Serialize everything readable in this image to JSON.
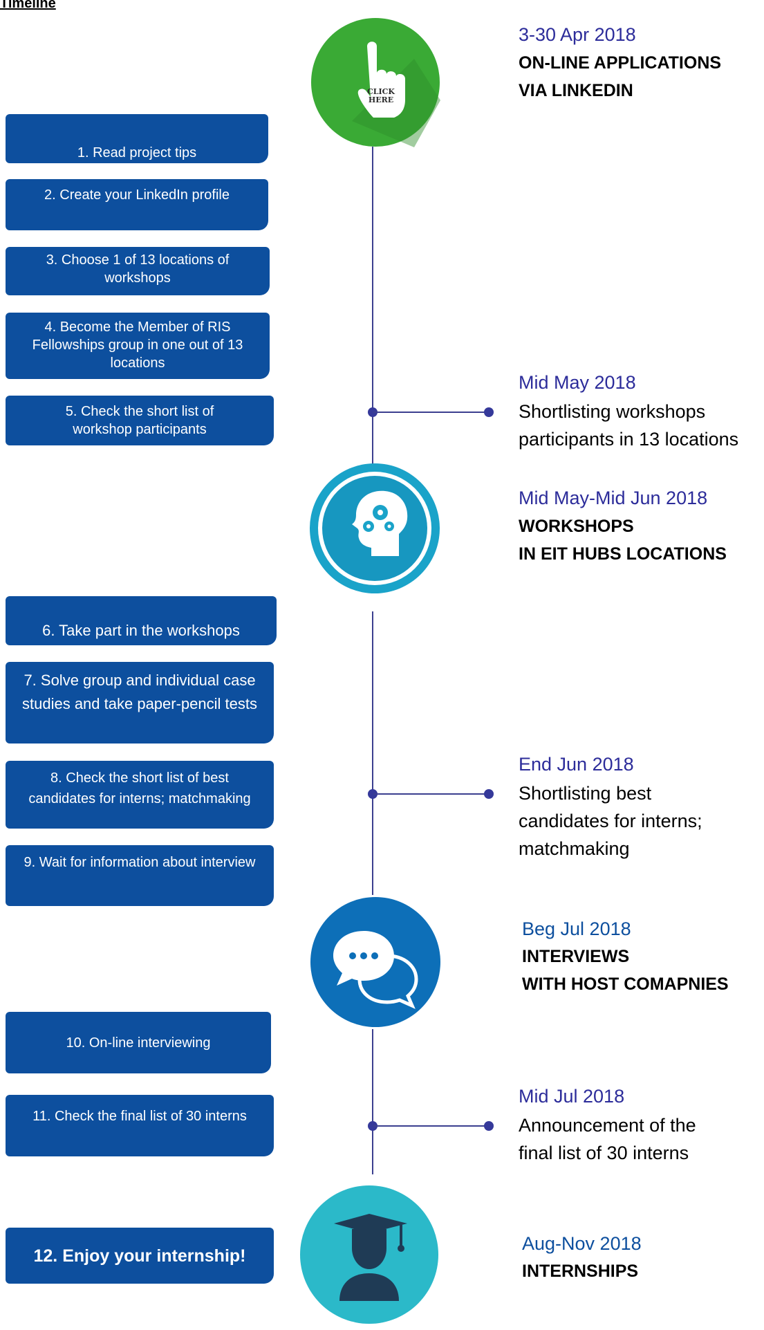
{
  "header": {
    "title": "Timeline"
  },
  "steps": [
    {
      "label": "1. Read project tips"
    },
    {
      "label": "2. Create your  LinkedIn profile"
    },
    {
      "label": "3. Choose 1 of 13 locations of workshops"
    },
    {
      "label": "4. Become the Member of RIS Fellowships group in one out of 13 locations"
    },
    {
      "label": "5. Check the short list of workshop participants"
    },
    {
      "label": "6. Take part in the workshops"
    },
    {
      "label": "7. Solve group and individual case studies and take paper-pencil tests"
    },
    {
      "label": "8. Check the short list of  best candidates for interns; matchmaking"
    },
    {
      "label": "9. Wait for information about interview"
    },
    {
      "label": "10. On-line interviewing"
    },
    {
      "label": "11. Check the final list of 30 interns"
    },
    {
      "label": "12. Enjoy your internship!"
    }
  ],
  "stages": [
    {
      "date": "3-30 Apr 2018",
      "title": "ON-LINE APPLICATIONS\nVIA LINKEDIN",
      "icon": "click-here-hand-icon"
    },
    {
      "date": "Mid May-Mid Jun 2018",
      "title": "WORKSHOPS\nIN EIT HUBS LOCATIONS",
      "icon": "head-gears-icon"
    },
    {
      "date": "Beg Jul 2018",
      "title": "INTERVIEWS\nWITH HOST COMAPNIES",
      "icon": "chat-bubbles-icon"
    },
    {
      "date": "Aug-Nov 2018",
      "title": "INTERNSHIPS",
      "icon": "graduate-icon"
    }
  ],
  "milestones": [
    {
      "date": "Mid May 2018",
      "desc": "Shortlisting workshops\nparticipants in 13 locations"
    },
    {
      "date": "End Jun 2018",
      "desc": "Shortlisting best\ncandidates for interns;\nmatchmaking"
    },
    {
      "date": "Mid Jul 2018",
      "desc": "Announcement of the\nfinal list of 30 interns"
    }
  ],
  "icon_labels": {
    "click_here": "CLICK\nHERE"
  },
  "colors": {
    "step_box": "#0d4f9e",
    "timeline_line": "#3b3f8f",
    "stage_green": "#3aaa35",
    "stage_teal": "#1aa3c9",
    "stage_blue": "#0d6fb8",
    "stage_cyan": "#2bb9c9",
    "date_text": "#2c2c9a"
  }
}
